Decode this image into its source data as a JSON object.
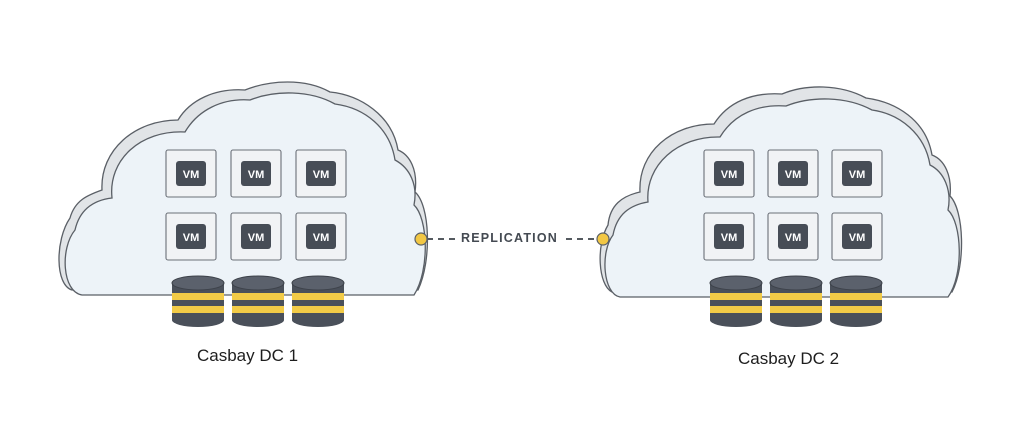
{
  "datacenters": [
    {
      "label": "Casbay DC 1",
      "vms": [
        "VM",
        "VM",
        "VM",
        "VM",
        "VM",
        "VM"
      ],
      "storage_units": 3
    },
    {
      "label": "Casbay DC 2",
      "vms": [
        "VM",
        "VM",
        "VM",
        "VM",
        "VM",
        "VM"
      ],
      "storage_units": 3
    }
  ],
  "link": {
    "label": "REPLICATION"
  },
  "colors": {
    "cloud_fill": "#edf3f8",
    "cloud_shadow": "#e1e4e7",
    "cloud_stroke": "#5a5f66",
    "vm_tile_bg": "#f1f3f5",
    "vm_badge": "#474d56",
    "vm_text": "#ffffff",
    "db_dark": "#4a505a",
    "db_top": "#5b616c",
    "db_band": "#f2cb47",
    "endpoint": "#f2c744",
    "link_dash": "#555a60"
  }
}
